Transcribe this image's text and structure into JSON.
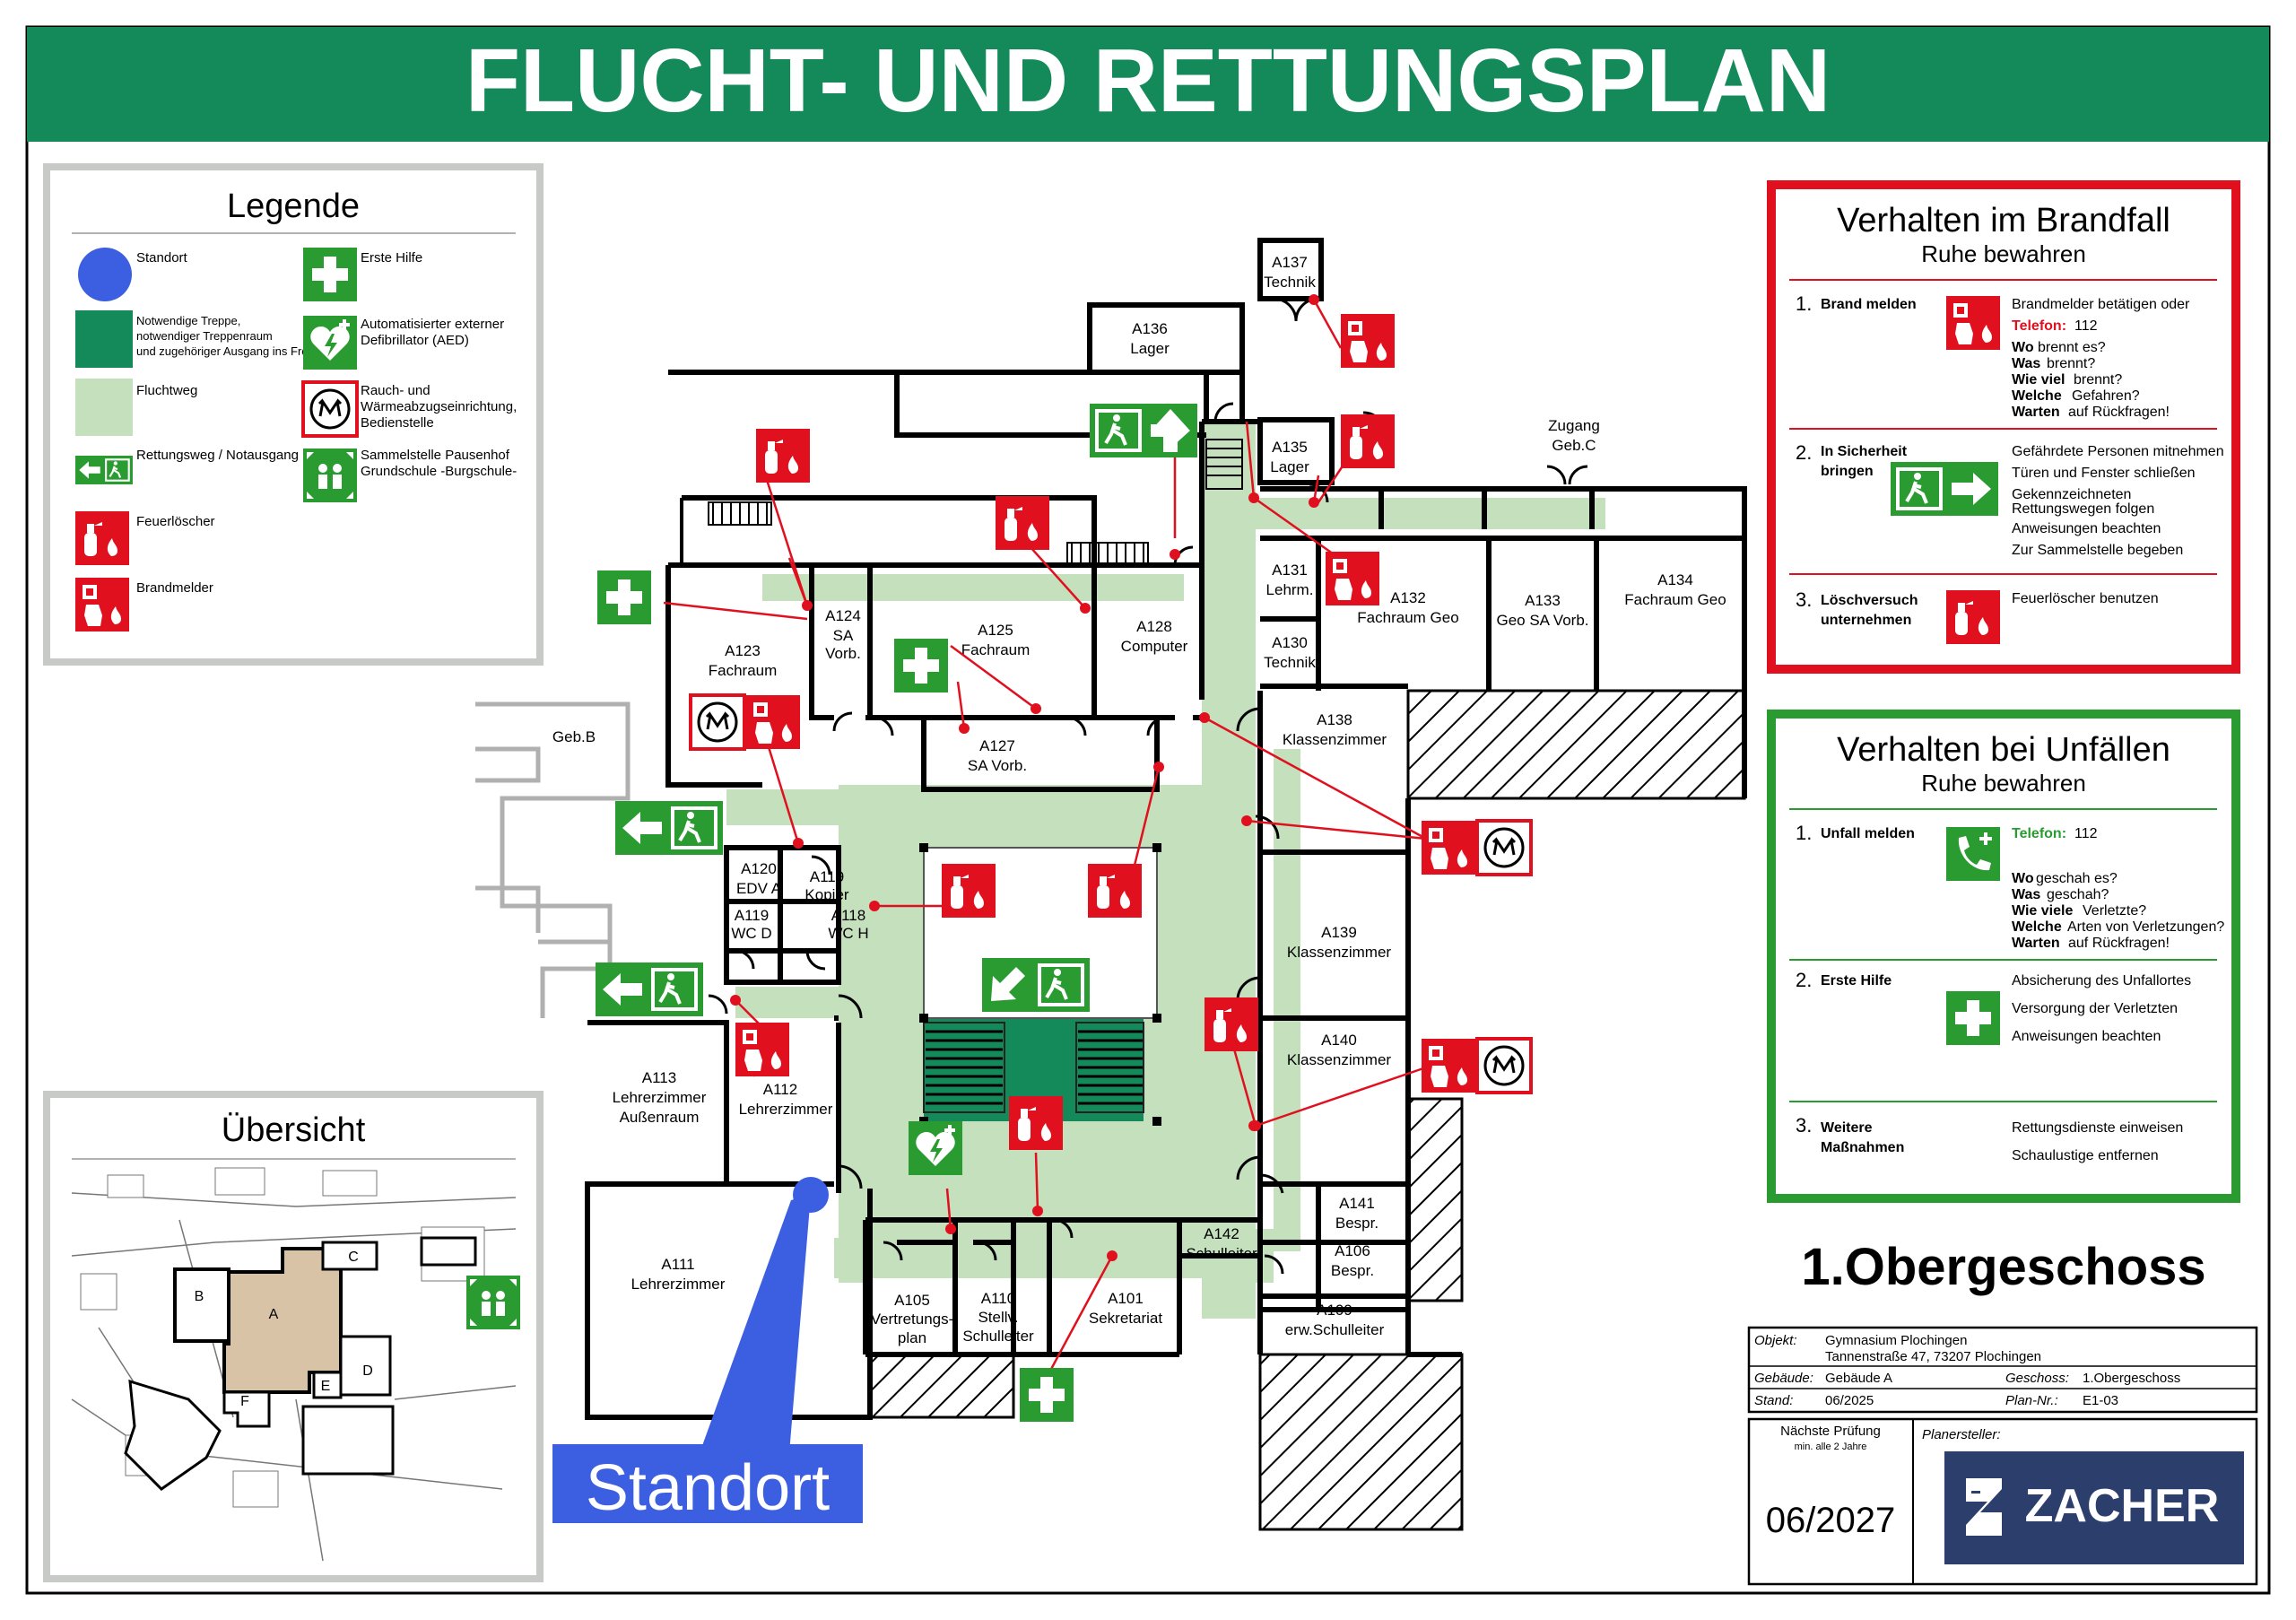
{
  "title": "FLUCHT- UND RETTUNGSPLAN",
  "colors": {
    "green": "#148a5a",
    "escape": "#c4e0bd",
    "red": "#e0101e",
    "signgreen": "#2a9b30",
    "blue": "#3b5fe0",
    "zacher": "#2c3e6b"
  },
  "legend": {
    "title": "Legende",
    "items": {
      "standort": "Standort",
      "stair1": "Notwendige Treppe,",
      "stair2": "notwendiger Treppenraum",
      "stair3": "und zugehöriger Ausgang ins Freie",
      "flucht": "Fluchtweg",
      "rettung": "Rettungsweg / Notausgang",
      "loescher": "Feuerlöscher",
      "melder": "Brandmelder",
      "hilfe": "Erste Hilfe",
      "aed1": "Automatisierter externer",
      "aed2": "Defibrillator (AED)",
      "rauch1": "Rauch- und",
      "rauch2": "Wärmeabzugseinrichtung,",
      "rauch3": "Bedienstelle",
      "sammel1": "Sammelstelle Pausenhof",
      "sammel2": "Grundschule -Burgschule-"
    }
  },
  "overview": {
    "title": "Übersicht",
    "labels": {
      "a": "A",
      "b": "B",
      "c": "C",
      "d": "D",
      "e": "E",
      "f": "F"
    }
  },
  "fire": {
    "title": "Verhalten im Brandfall",
    "subtitle": "Ruhe bewahren",
    "s1_num": "1.",
    "s1_label": "Brand melden",
    "s1_l1": "Brandmelder betätigen oder",
    "s1_tel_label": "Telefon:",
    "s1_tel": "112",
    "s1_q1a": "Wo",
    "s1_q1b": "brennt es?",
    "s1_q2a": "Was",
    "s1_q2b": "brennt?",
    "s1_q3a": "Wie viel",
    "s1_q3b": "brennt?",
    "s1_q4a": "Welche",
    "s1_q4b": "Gefahren?",
    "s1_q5a": "Warten",
    "s1_q5b": "auf Rückfragen!",
    "s2_num": "2.",
    "s2_label1": "In Sicherheit",
    "s2_label2": "bringen",
    "s2_l1": "Gefährdete Personen mitnehmen",
    "s2_l2": "Türen und Fenster schließen",
    "s2_l3": "Gekennzeichneten",
    "s2_l4": "Rettungswegen folgen",
    "s2_l5": "Anweisungen beachten",
    "s2_l6": "Zur Sammelstelle begeben",
    "s3_num": "3.",
    "s3_label1": "Löschversuch",
    "s3_label2": "unternehmen",
    "s3_l1": "Feuerlöscher benutzen"
  },
  "accident": {
    "title": "Verhalten bei Unfällen",
    "subtitle": "Ruhe bewahren",
    "s1_num": "1.",
    "s1_label": "Unfall melden",
    "s1_tel_label": "Telefon:",
    "s1_tel": "112",
    "s1_q1a": "Wo",
    "s1_q1b": "geschah es?",
    "s1_q2a": "Was",
    "s1_q2b": "geschah?",
    "s1_q3a": "Wie viele",
    "s1_q3b": "Verletzte?",
    "s1_q4a": "Welche",
    "s1_q4b": "Arten von Verletzungen?",
    "s1_q5a": "Warten",
    "s1_q5b": "auf Rückfragen!",
    "s2_num": "2.",
    "s2_label": "Erste Hilfe",
    "s2_l1": "Absicherung des Unfallortes",
    "s2_l2": "Versorgung der Verletzten",
    "s2_l3": "Anweisungen beachten",
    "s3_num": "3.",
    "s3_label1": "Weitere",
    "s3_label2": "Maßnahmen",
    "s3_l1": "Rettungsdienste einweisen",
    "s3_l2": "Schaulustige entfernen"
  },
  "floor": "1.Obergeschoss",
  "info": {
    "objekt_label": "Objekt:",
    "objekt1": "Gymnasium Plochingen",
    "objekt2": "Tannenstraße 47, 73207 Plochingen",
    "gebaeude_label": "Gebäude:",
    "gebaeude": "Gebäude A",
    "geschoss_label": "Geschoss:",
    "geschoss": "1.Obergeschoss",
    "stand_label": "Stand:",
    "stand": "06/2025",
    "plan_label": "Plan-Nr.:",
    "plan": "E1-03",
    "pruefung1": "Nächste Prüfung",
    "pruefung2": "min. alle 2 Jahre",
    "pruefung_date": "06/2027",
    "planer_label": "Planersteller:",
    "company": "ZACHER"
  },
  "standort_label": "Standort",
  "rooms": {
    "a137a": "A137",
    "a137b": "Technik",
    "a136a": "A136",
    "a136b": "Lager",
    "a135a": "A135",
    "a135b": "Lager",
    "zugang1": "Zugang",
    "zugang2": "Geb.C",
    "a131a": "A131",
    "a131b": "Lehrm.",
    "a130a": "A130",
    "a130b": "Technik",
    "a132a": "A132",
    "a132b": "Fachraum Geo",
    "a133a": "A133",
    "a133b": "Geo SA Vorb.",
    "a134a": "A134",
    "a134b": "Fachraum Geo",
    "a123a": "A123",
    "a123b": "Fachraum",
    "a124a": "A124",
    "a124b": "SA",
    "a124c": "Vorb.",
    "a125a": "A125",
    "a125b": "Fachraum",
    "a128a": "A128",
    "a128b": "Computer",
    "a127a": "A127",
    "a127b": "SA Vorb.",
    "a138a": "A138",
    "a138b": "Klassenzimmer",
    "a139a": "A139",
    "a139b": "Klassenzimmer",
    "a140a": "A140",
    "a140b": "Klassenzimmer",
    "a141a": "A141",
    "a141b": "Bespr.",
    "a106a": "A106",
    "a106b": "Bespr.",
    "a109a": "A109",
    "a109b": "erw.Schulleiter",
    "a142a": "A142",
    "a142b": "Schulleiter",
    "a101a": "A101",
    "a101b": "Sekretariat",
    "a110a": "A110",
    "a110b": "Stellv.",
    "a110c": "Schulleiter",
    "a105a": "A105",
    "a105b": "Vertretungs-",
    "a105c": "plan",
    "a111a": "A111",
    "a111b": "Lehrerzimmer",
    "a112a": "A112",
    "a112b": "Lehrerzimmer",
    "a113a": "A113",
    "a113b": "Lehrerzimmer",
    "a113c": "Außenraum",
    "a120a": "A120",
    "a120b": "EDV A",
    "a119a": "A119",
    "a119b": "Kopier",
    "a119wa": "A119",
    "a119wb": "WC D",
    "a118a": "A118",
    "a118b": "WC H",
    "gebb": "Geb.B"
  }
}
